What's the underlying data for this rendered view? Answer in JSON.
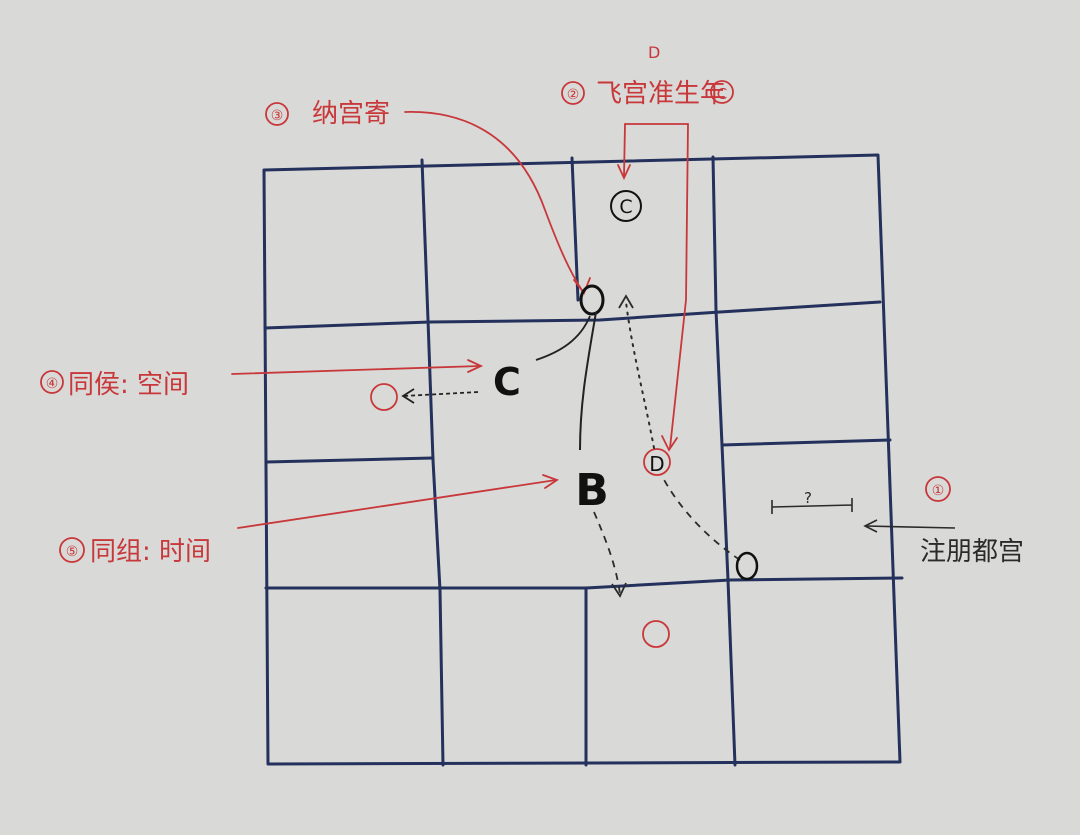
{
  "annotations": {
    "step1_number": "①",
    "step1_text": "注朋都宫",
    "step2_number": "②",
    "step2_text": "飞宫准生年",
    "step2_circled": "C",
    "step2_mark": "D",
    "step3_number": "③",
    "step3_text": "纳宫寄",
    "step4_number": "④",
    "step4_text": "同侯: 空间",
    "step5_number": "⑤",
    "step5_text": "同组: 时间"
  },
  "grid_labels": {
    "c_circled": "C",
    "c_big": "C",
    "b_big": "B",
    "d_circled": "D",
    "question": "?"
  },
  "colors": {
    "paper": "#d9d9d7",
    "grid_ink": "#24315c",
    "red_ink": "#c8373a",
    "black_ink": "#111111"
  }
}
